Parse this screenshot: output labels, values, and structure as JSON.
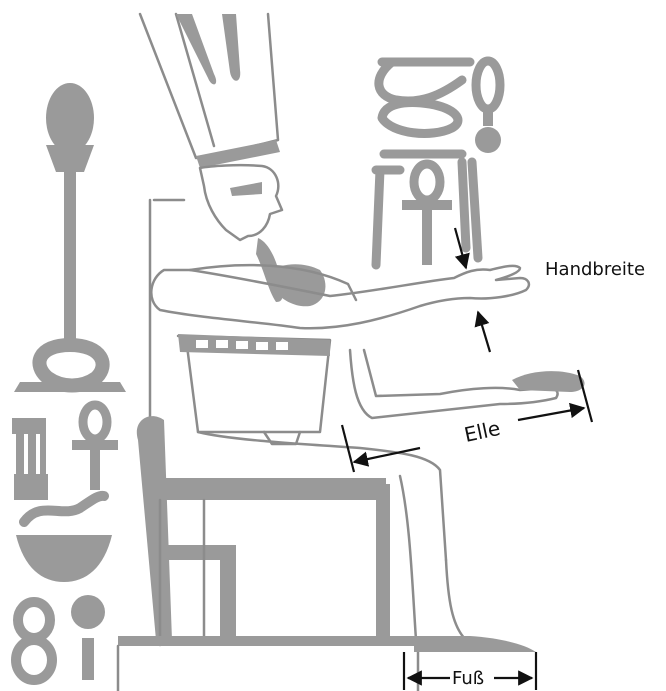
{
  "labels": {
    "handbreite": "Handbreite",
    "elle": "Elle",
    "fuss": "Fuß"
  },
  "colors": {
    "relief_gray": "#9a9a9a",
    "outline_gray": "#8c8c8c",
    "measure_black": "#111111",
    "background": "#ffffff"
  }
}
